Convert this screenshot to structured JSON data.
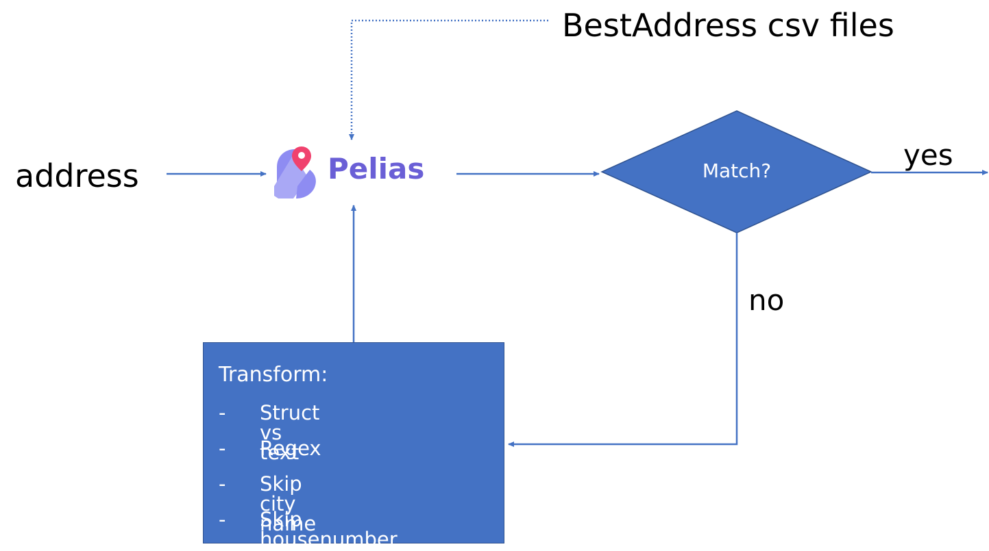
{
  "source_label": "BestAddress csv files",
  "input_label": "address",
  "process": {
    "name": "Pelias",
    "logo_icon": "pelias-logo-icon"
  },
  "decision": {
    "label": "Match?",
    "yes_label": "yes",
    "no_label": "no"
  },
  "transform": {
    "title": "Transform:",
    "bullet": "-",
    "items": [
      "Struct vs text",
      "Regex",
      "Skip city name",
      "Skip housenumber"
    ]
  },
  "colors": {
    "shape_fill": "#4472c4",
    "shape_border": "#2f528f",
    "connector": "#4472c4",
    "pelias_text": "#6a5fd6",
    "pelias_pin": "#f0426e",
    "pelias_mark": "#8e8cf2"
  }
}
